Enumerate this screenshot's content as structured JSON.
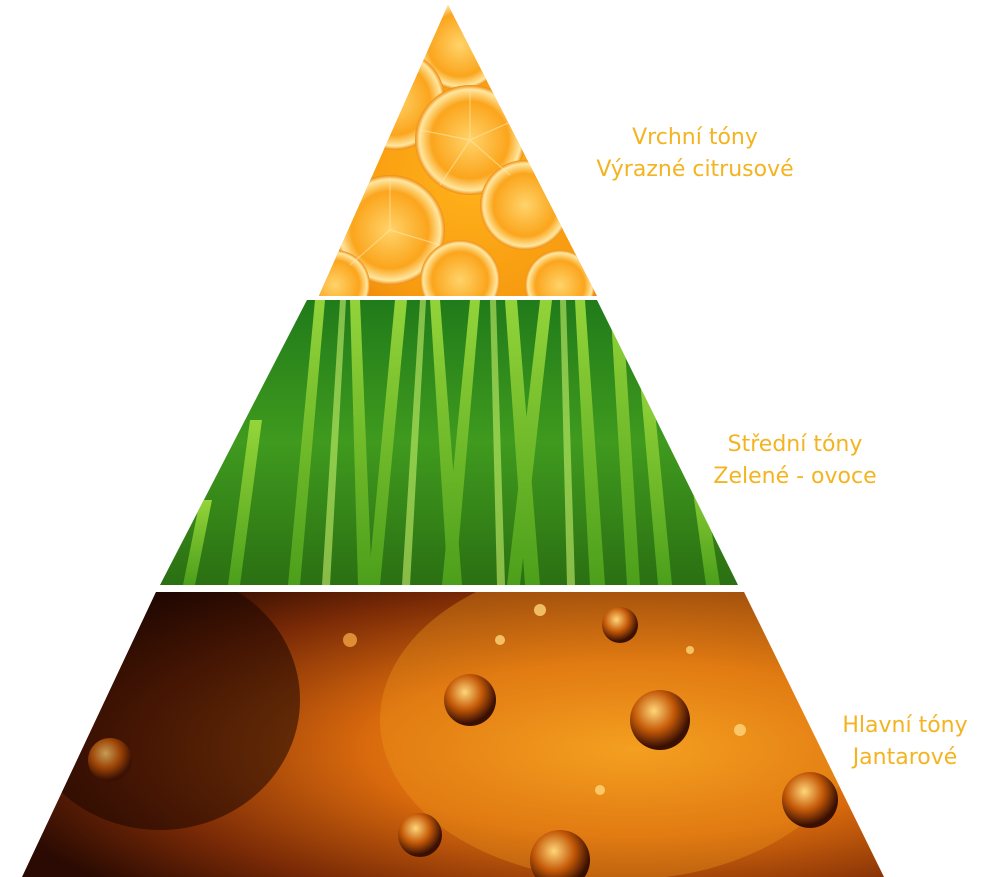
{
  "layers": [
    {
      "id": "top",
      "imagery": "orange-slices",
      "title": "Vrchní tóny",
      "subtitle": "Výrazné citrusové"
    },
    {
      "id": "middle",
      "imagery": "green-grass",
      "title": "Střední tóny",
      "subtitle": "Zelené - ovoce"
    },
    {
      "id": "base",
      "imagery": "amber-bubbles",
      "title": "Hlavní tóny",
      "subtitle": "Jantarové"
    }
  ],
  "colors": {
    "label_text": "#f4b320",
    "separator": "#ffffff",
    "background": "#ffffff"
  }
}
